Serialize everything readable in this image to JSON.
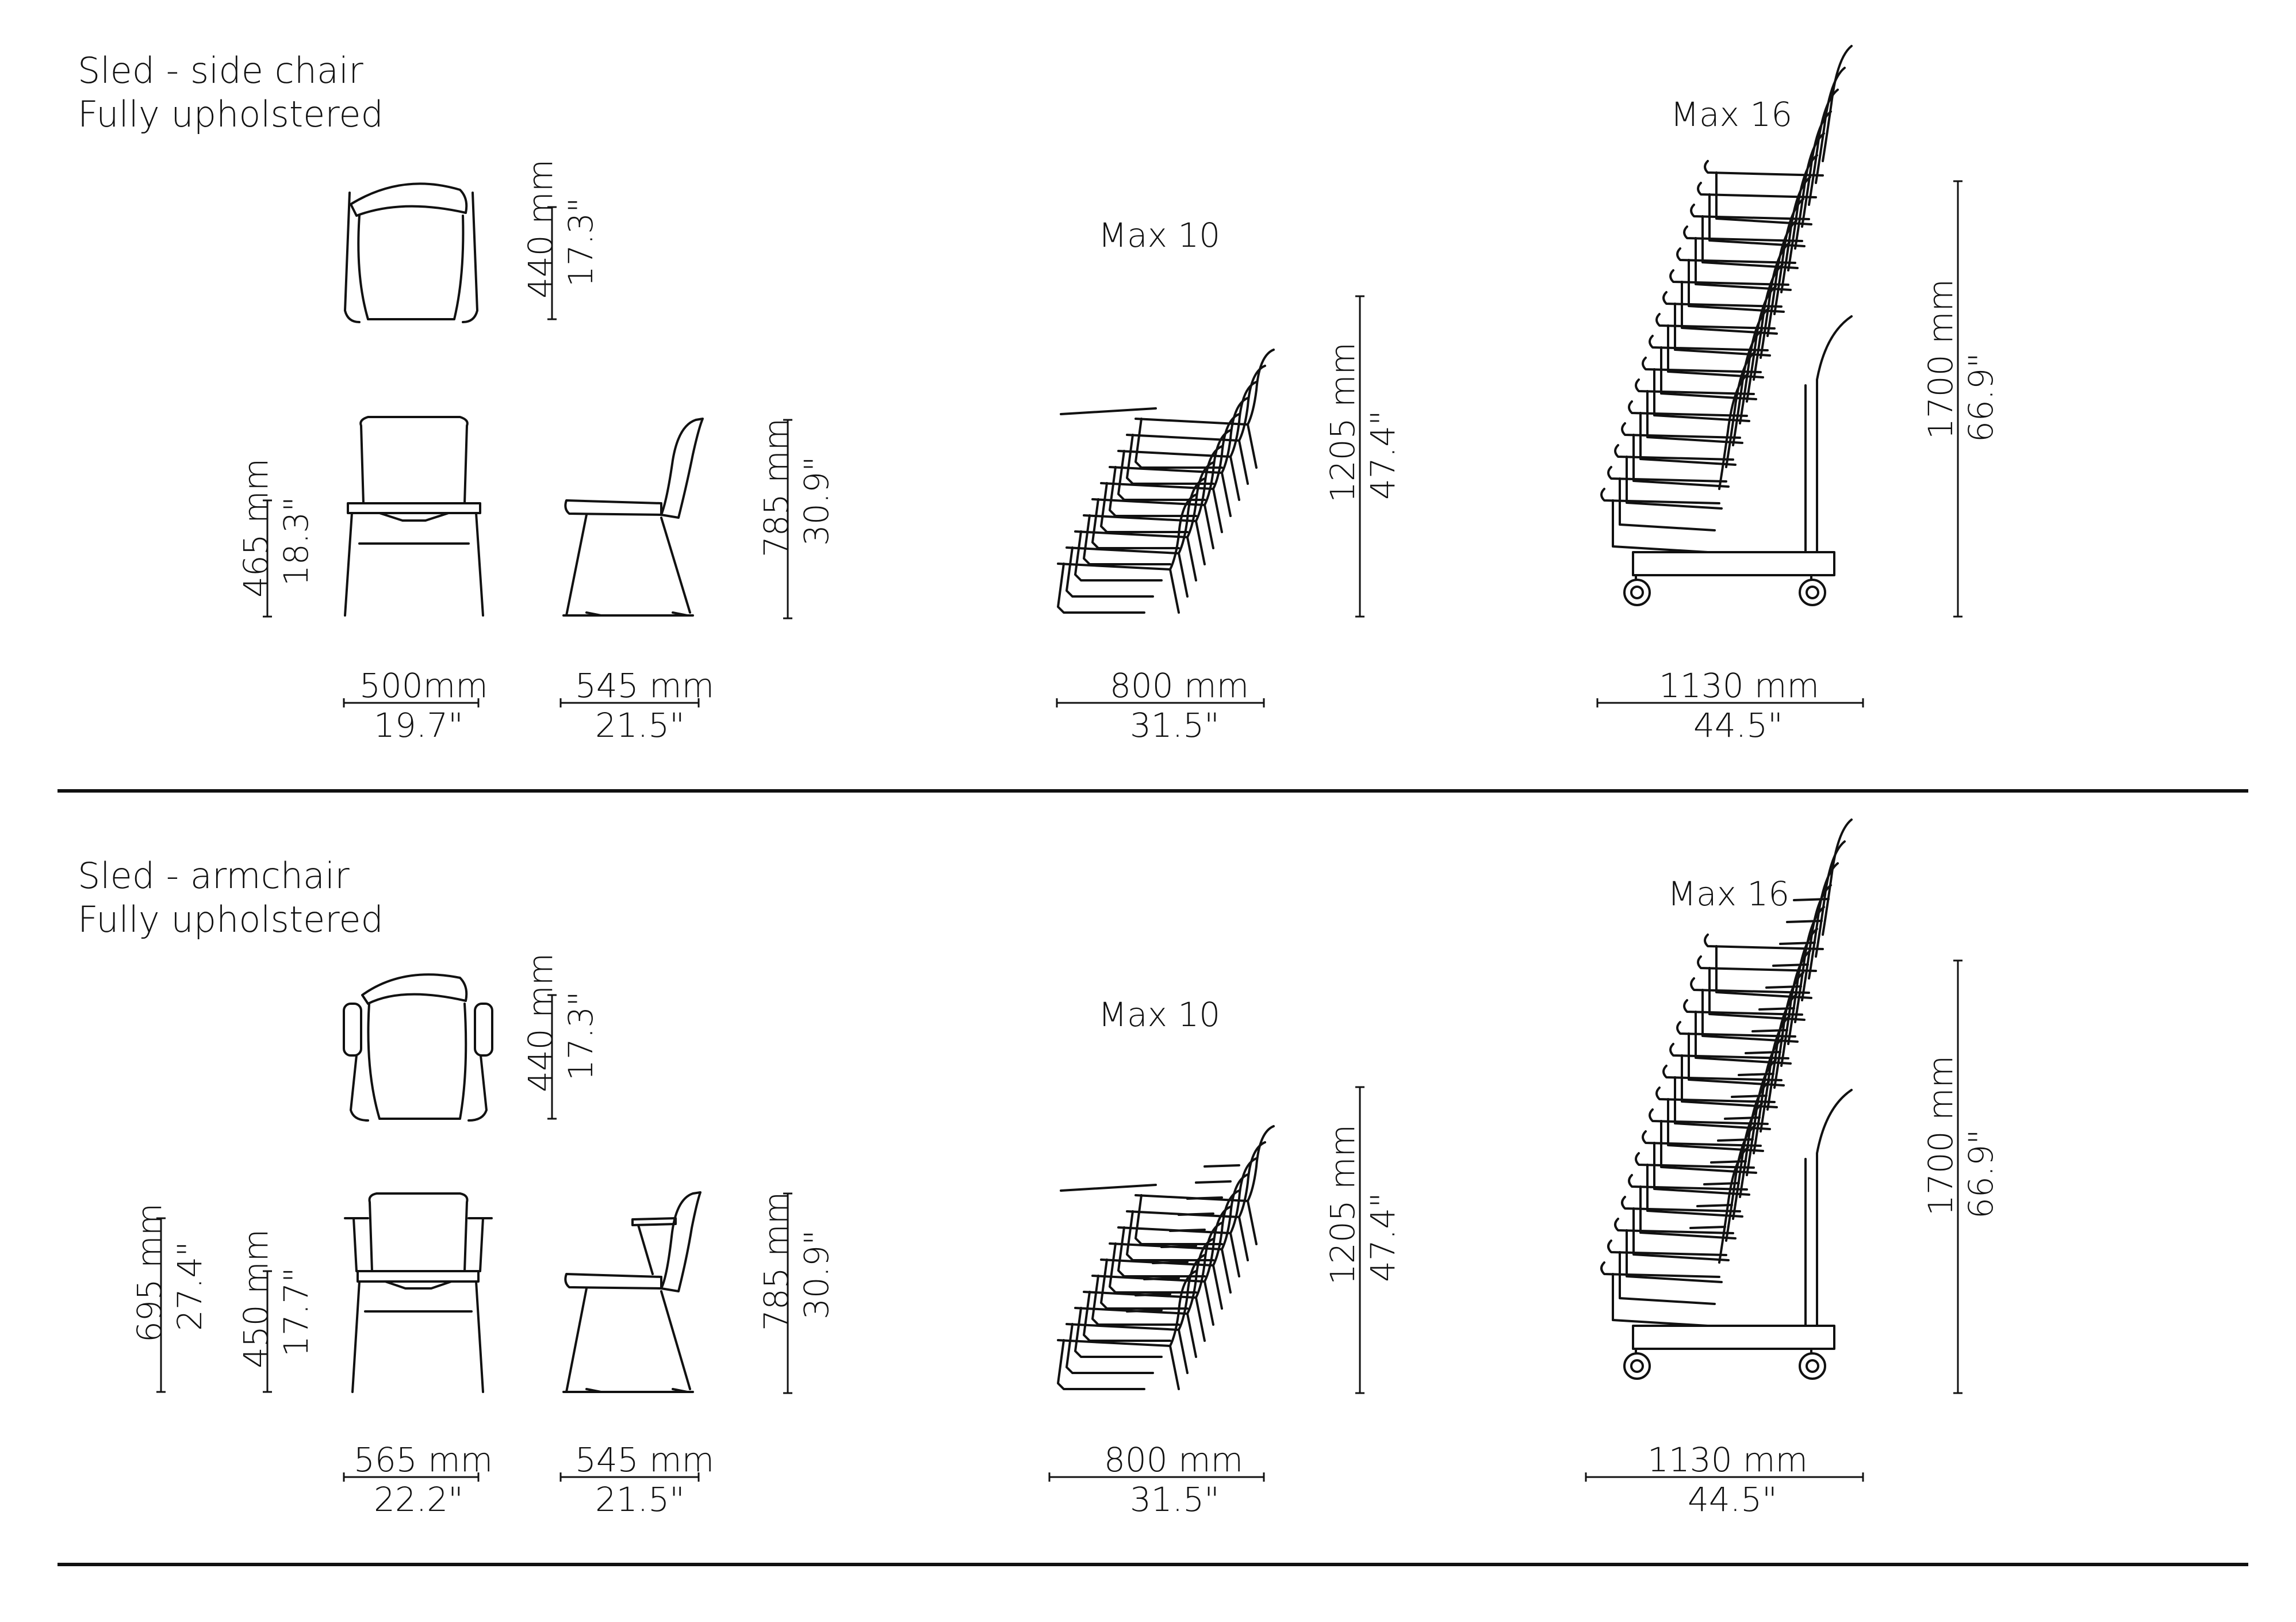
{
  "sections": [
    {
      "title_line1": "Sled - side chair",
      "title_line2": "Fully upholstered",
      "dims": {
        "top_h_mm": "440 mm",
        "top_h_in": "17.3\"",
        "seat_h_mm": "465 mm",
        "seat_h_in": "18.3\"",
        "total_h_mm": "785 mm",
        "total_h_in": "30.9\"",
        "front_w_mm": "500mm",
        "front_w_in": "19.7\"",
        "side_w_mm": "545 mm",
        "side_w_in": "21.5\"",
        "stack10_label": "Max 10",
        "stack10_h_mm": "1205 mm",
        "stack10_h_in": "47.4\"",
        "stack10_w_mm": "800 mm",
        "stack10_w_in": "31.5\"",
        "stack16_label": "Max 16",
        "stack16_h_mm": "1700 mm",
        "stack16_h_in": "66.9\"",
        "stack16_w_mm": "1130 mm",
        "stack16_w_in": "44.5\""
      }
    },
    {
      "title_line1": "Sled - armchair",
      "title_line2": "Fully upholstered",
      "dims": {
        "top_h_mm": "440 mm",
        "top_h_in": "17.3\"",
        "arm_h_mm": "695 mm",
        "arm_h_in": "27.4\"",
        "seat_h_mm": "450 mm",
        "seat_h_in": "17.7\"",
        "total_h_mm": "785 mm",
        "total_h_in": "30.9\"",
        "front_w_mm": "565 mm",
        "front_w_in": "22.2\"",
        "side_w_mm": "545 mm",
        "side_w_in": "21.5\"",
        "stack10_label": "Max 10",
        "stack10_h_mm": "1205 mm",
        "stack10_h_in": "47.4\"",
        "stack10_w_mm": "800 mm",
        "stack10_w_in": "31.5\"",
        "stack16_label": "Max 16",
        "stack16_h_mm": "1700 mm",
        "stack16_h_in": "66.9\"",
        "stack16_w_mm": "1130 mm",
        "stack16_w_in": "44.5\""
      }
    }
  ],
  "colors": {
    "line": "#111111",
    "background": "#ffffff"
  }
}
